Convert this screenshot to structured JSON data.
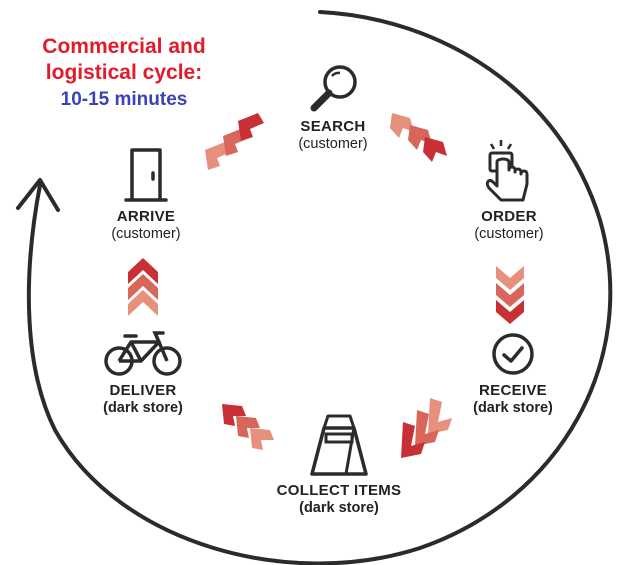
{
  "title": {
    "line1": "Commercial and",
    "line2": "logistical cycle:",
    "duration": "10-15 minutes"
  },
  "colors": {
    "title": "#e21b2b",
    "duration": "#3a42b8",
    "arrow_dark": "#c93036",
    "arrow_light": "#e7907c",
    "outline": "#2b2b2b"
  },
  "steps": [
    {
      "icon": "magnifier-icon",
      "label": "SEARCH",
      "role": "(customer)"
    },
    {
      "icon": "tap-finger-icon",
      "label": "ORDER",
      "role": "(customer)"
    },
    {
      "icon": "check-circle-icon",
      "label": "RECEIVE",
      "role": "(dark store)"
    },
    {
      "icon": "shopping-bag-icon",
      "label": "COLLECT ITEMS",
      "role": "(dark store)"
    },
    {
      "icon": "bicycle-icon",
      "label": "DELIVER",
      "role": "(dark store)"
    },
    {
      "icon": "door-icon",
      "label": "ARRIVE",
      "role": "(customer)"
    }
  ]
}
